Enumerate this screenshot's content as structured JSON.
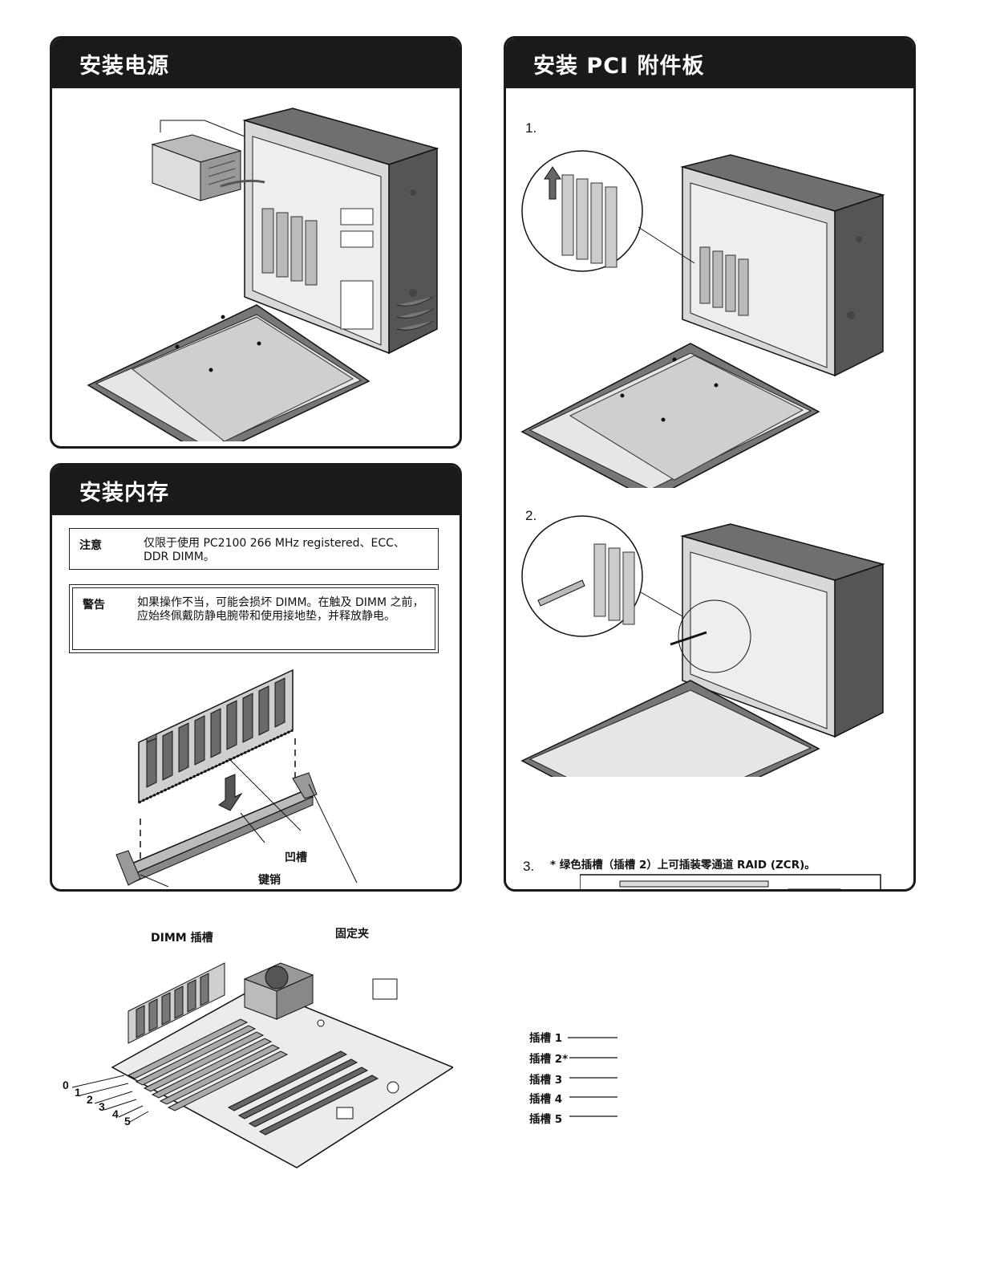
{
  "panels": {
    "power": {
      "title": "安装电源"
    },
    "memory": {
      "title": "安装内存",
      "notice": {
        "label": "注意",
        "text": "仅限于使用 PC2100 266 MHz registered、ECC、DDR DIMM。"
      },
      "warning": {
        "label": "警告",
        "text": "如果操作不当，可能会损坏 DIMM。在触及 DIMM 之前，应始终佩戴防静电腕带和使用接地垫，并释放静电。"
      },
      "callouts": {
        "notch": "凹槽",
        "key": "键销",
        "slot": "DIMM 插槽",
        "clips": "固定夹"
      },
      "slot_numbers": [
        "0",
        "1",
        "2",
        "3",
        "4",
        "5"
      ]
    },
    "pci": {
      "title": "安装 PCI 附件板",
      "steps": [
        "1.",
        "2.",
        "3."
      ],
      "slots": [
        "插槽 1",
        "插槽 2*",
        "插槽 3",
        "插槽 4",
        "插槽 5"
      ],
      "footnote": "* 绿色插槽（插槽 2）上可插装零通道 RAID (ZCR)。"
    }
  }
}
